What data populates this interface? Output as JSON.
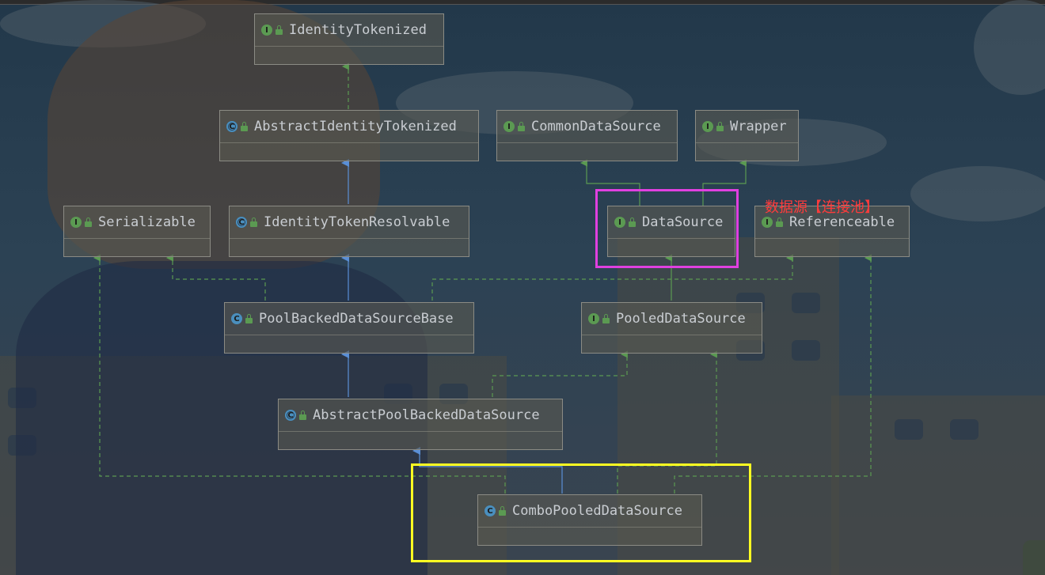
{
  "nodes": {
    "identity_tokenized": {
      "name": "IdentityTokenized",
      "kind": "interface"
    },
    "abstract_identity_tokenized": {
      "name": "AbstractIdentityTokenized",
      "kind": "abstract-class"
    },
    "common_data_source": {
      "name": "CommonDataSource",
      "kind": "interface"
    },
    "wrapper": {
      "name": "Wrapper",
      "kind": "interface"
    },
    "serializable": {
      "name": "Serializable",
      "kind": "interface"
    },
    "identity_token_resolvable": {
      "name": "IdentityTokenResolvable",
      "kind": "abstract-class"
    },
    "data_source": {
      "name": "DataSource",
      "kind": "interface"
    },
    "referenceable": {
      "name": "Referenceable",
      "kind": "interface"
    },
    "pool_backed_data_source_base": {
      "name": "PoolBackedDataSourceBase",
      "kind": "class"
    },
    "pooled_data_source": {
      "name": "PooledDataSource",
      "kind": "interface"
    },
    "abstract_pool_backed_data_source": {
      "name": "AbstractPoolBackedDataSource",
      "kind": "abstract-class"
    },
    "combo_pooled_data_source": {
      "name": "ComboPooledDataSource",
      "kind": "class"
    }
  },
  "annotation": "数据源【连接池】",
  "colors": {
    "implements_edge": "#5b9a52",
    "extends_edge": "#5a8fd6",
    "highlight_datasource": "#e040e0",
    "highlight_combo": "#ffff22",
    "annotation_text": "#ff3b3b"
  },
  "icons": {
    "interface": "interface-icon",
    "class": "class-icon",
    "abstract": "abstract-class-icon",
    "visibility": "public-lock-icon"
  }
}
